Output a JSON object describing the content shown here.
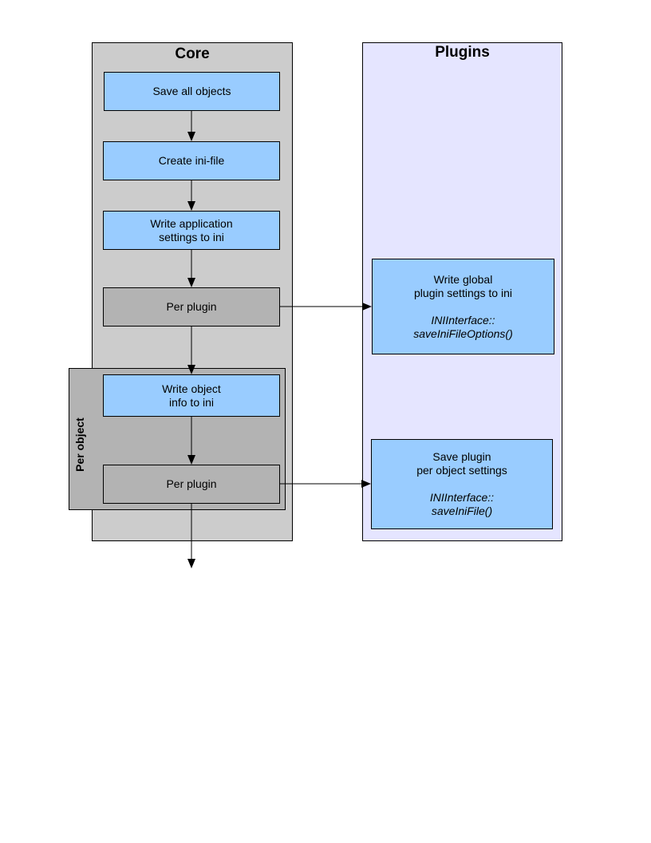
{
  "lanes": {
    "core": {
      "title": "Core"
    },
    "plugins": {
      "title": "Plugins"
    }
  },
  "per_object_group": {
    "label": "Per object"
  },
  "core_steps": {
    "save_all": "Save all objects",
    "create_ini": "Create ini-file",
    "write_app_line1": "Write application",
    "write_app_line2": "settings to ini",
    "per_plugin_1": "Per plugin",
    "write_obj_line1": "Write object",
    "write_obj_line2": "info to ini",
    "per_plugin_2": "Per plugin"
  },
  "plugin_steps": {
    "global_line1": "Write global",
    "global_line2": "plugin settings to ini",
    "global_call1": "INIInterface::",
    "global_call2": "saveIniFileOptions()",
    "perobj_line1": "Save plugin",
    "perobj_line2": "per object settings",
    "perobj_call1": "INIInterface::",
    "perobj_call2": "saveIniFile()"
  },
  "colors": {
    "core_lane": "#cccccc",
    "plugins_lane": "#e5e5ff",
    "group": "#b3b3b3",
    "step_blue": "#99ccff",
    "step_grey": "#b3b3b3"
  }
}
